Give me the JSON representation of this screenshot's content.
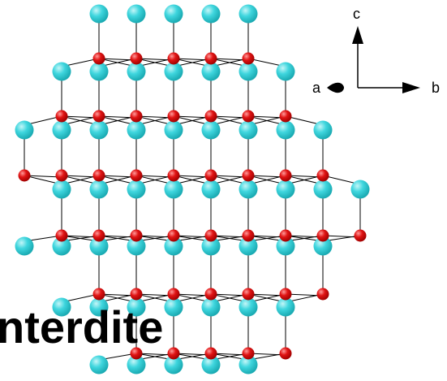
{
  "axes": {
    "c_label": "c",
    "b_label": "b",
    "a_label": "a"
  },
  "caption": "nterdite",
  "colors": {
    "background": "#ffffff",
    "cation": "#33d1d9",
    "cation_highlight": "#b8f4f7",
    "anion": "#e01010",
    "anion_highlight": "#ff8a8a",
    "bond": "#000000",
    "caption": "#000000"
  }
}
